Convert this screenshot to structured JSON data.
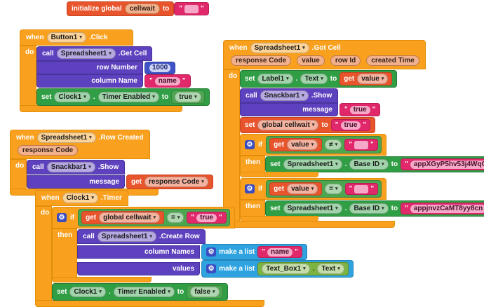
{
  "palette": {
    "event_orange": "#F9A11F",
    "variable_orange": "#E8542C",
    "procedure_purple": "#5D41BE",
    "set_green": "#2F9E44",
    "logic_green": "#4CA64F",
    "getter_green": "#7CB342",
    "text_pink": "#E0286A",
    "math_blue": "#4053C6",
    "list_blue": "#2FA3E0",
    "gear_blue": "#3A4CC0"
  },
  "icons": {
    "dropdown_caret": "▾",
    "gear": "⚙"
  },
  "labels": {
    "when": "when",
    "do": "do",
    "call": "call",
    "set": "set",
    "to": "to",
    "then": "then",
    "if": "if",
    "get": "get",
    "dot": ".",
    "initialize_global": "initialize global",
    "make_a_list": "make a list",
    "quote": "\""
  },
  "components": {
    "button1": "Button1",
    "spreadsheet1": "Spreadsheet1",
    "clock1": "Clock1",
    "snackbar1": "Snackbar1",
    "label1": "Label1",
    "text_box1": "Text_Box1"
  },
  "events": {
    "click": ".Click",
    "got_cell": ".Got Cell",
    "row_created": ".Row Created",
    "timer": ".Timer"
  },
  "methods": {
    "get_cell": ".Get Cell",
    "show": ".Show",
    "create_row": ".Create Row"
  },
  "properties": {
    "timer_enabled": "Timer Enabled",
    "text": "Text",
    "base_id": "Base ID"
  },
  "args": {
    "row_number": "row Number",
    "column_name": "column Name",
    "message": "message",
    "column_names": "column Names",
    "values": "values"
  },
  "params": {
    "response_code": "response Code",
    "value": "value",
    "row_id": "row Id",
    "created_time": "created Time"
  },
  "variables": {
    "cellwait": "cellwait",
    "global_cellwait": "global cellwait",
    "value": "value",
    "response_code": "response Code"
  },
  "strings": {
    "name": "name",
    "true": "true",
    "number_1000": "1000",
    "airtable_base_id_1": "appXGyP5hv53j4WqO",
    "airtable_base_id_2": "appjnvzCaMT8yy8cn",
    "empty": ""
  },
  "logic": {
    "true": "true",
    "false": "false",
    "equals": "=",
    "not_equals": "≠"
  }
}
